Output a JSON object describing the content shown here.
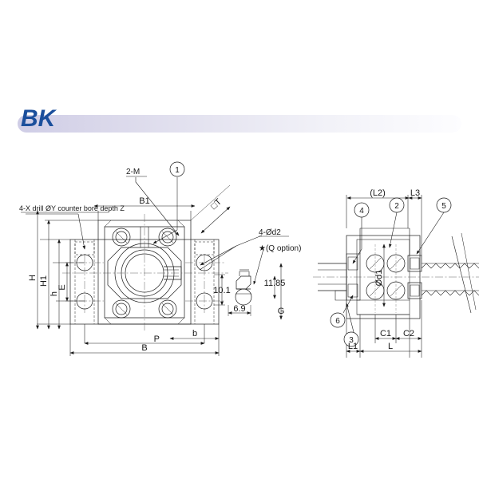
{
  "header": {
    "title": "BK",
    "accent_color": "#1b4f9c",
    "bar_color": "#d9d7ea"
  },
  "drawing": {
    "type": "engineering-drawing",
    "subject": "BK support unit — fixed side ball screw support bearing",
    "background": "#ffffff",
    "line_color": "#1a1a1a"
  },
  "front_view": {
    "notes": {
      "counterbore": "4-X drill ØY counter bore depth Z",
      "tapped_holes": "2-M",
      "grease_nipple_holes": "4-Ød2",
      "option": "★(Q option)"
    },
    "dimensions": {
      "H": "H",
      "H1": "H1",
      "h": "h",
      "E": "E",
      "B": "B",
      "B1": "B1",
      "P": "P",
      "b": "b",
      "G": "G",
      "T": "□T",
      "v10_1": "10.1",
      "v6_9": "6.9",
      "v11_85": "11.85"
    },
    "balloons": [
      "1"
    ]
  },
  "side_view": {
    "dimensions": {
      "L2": "(L2)",
      "L3": "L3",
      "L": "L",
      "L1": "L1",
      "C1": "C1",
      "C2": "C2",
      "d1": "Ød1"
    },
    "balloons": [
      "2",
      "3",
      "4",
      "5",
      "6"
    ]
  }
}
